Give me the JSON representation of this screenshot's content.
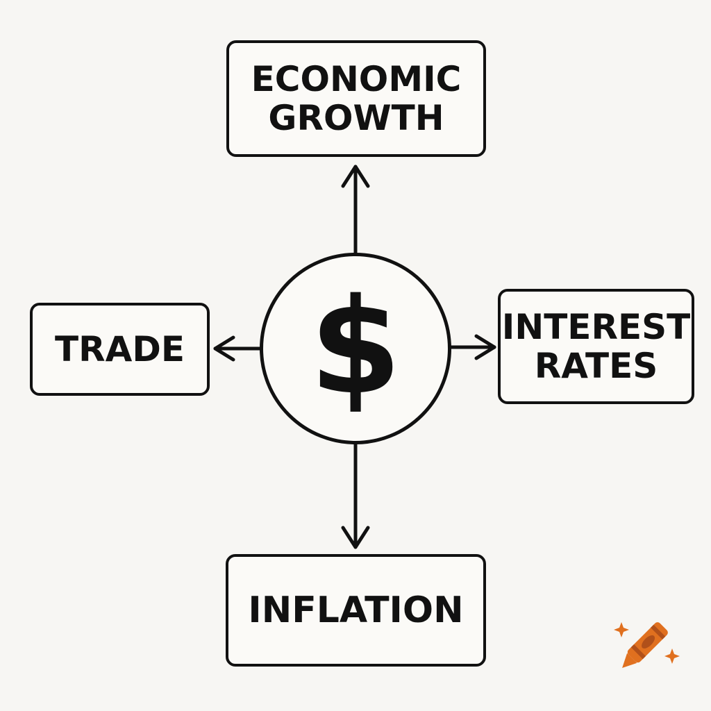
{
  "center": {
    "symbol": "$"
  },
  "nodes": {
    "top": {
      "lines": [
        "ECONOMIC",
        "GROWTH"
      ]
    },
    "left": {
      "lines": [
        "TRADE"
      ]
    },
    "right": {
      "lines": [
        "INTEREST",
        "RATES"
      ]
    },
    "bottom": {
      "lines": [
        "INFLATION"
      ]
    }
  },
  "edges": [
    {
      "from": "center",
      "to": "top"
    },
    {
      "from": "center",
      "to": "left"
    },
    {
      "from": "center",
      "to": "right"
    },
    {
      "from": "center",
      "to": "bottom"
    }
  ],
  "colors": {
    "background": "#f7f6f3",
    "stroke": "#111111",
    "crayon_orange": "#e0701f",
    "crayon_dark": "#b0501a"
  },
  "icons": {
    "watermark": "crayon-icon"
  }
}
